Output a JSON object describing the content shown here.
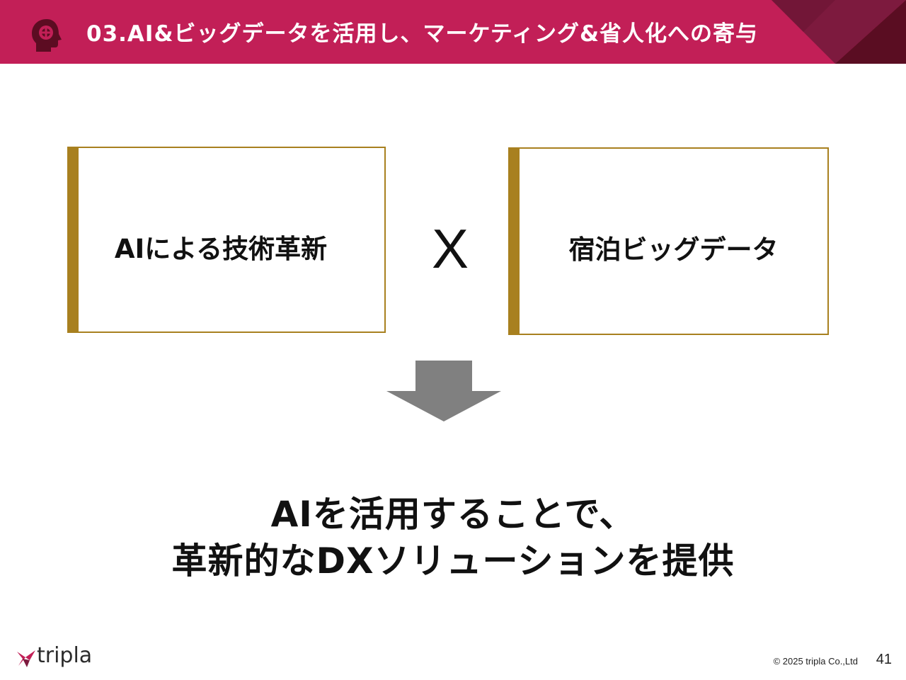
{
  "header": {
    "title": "03.AI&ビッグデータを活用し、マーケティング&省人化への寄与",
    "background_color": "#c21f57",
    "icon": "head-idea-icon"
  },
  "boxes": [
    {
      "label": "AIによる技術革新"
    },
    {
      "label": "宿泊ビッグデータ"
    }
  ],
  "operator": "X",
  "arrow_icon": "down-arrow-icon",
  "conclusion": {
    "line1": "AIを活用することで、",
    "line2": "革新的なDXソリューションを提供"
  },
  "footer": {
    "logo_text": "tripla",
    "copyright": "© 2025 tripla Co.,Ltd",
    "page_number": "41"
  },
  "colors": {
    "accent": "#c21f57",
    "box_border": "#a8801f",
    "arrow": "#808080"
  }
}
